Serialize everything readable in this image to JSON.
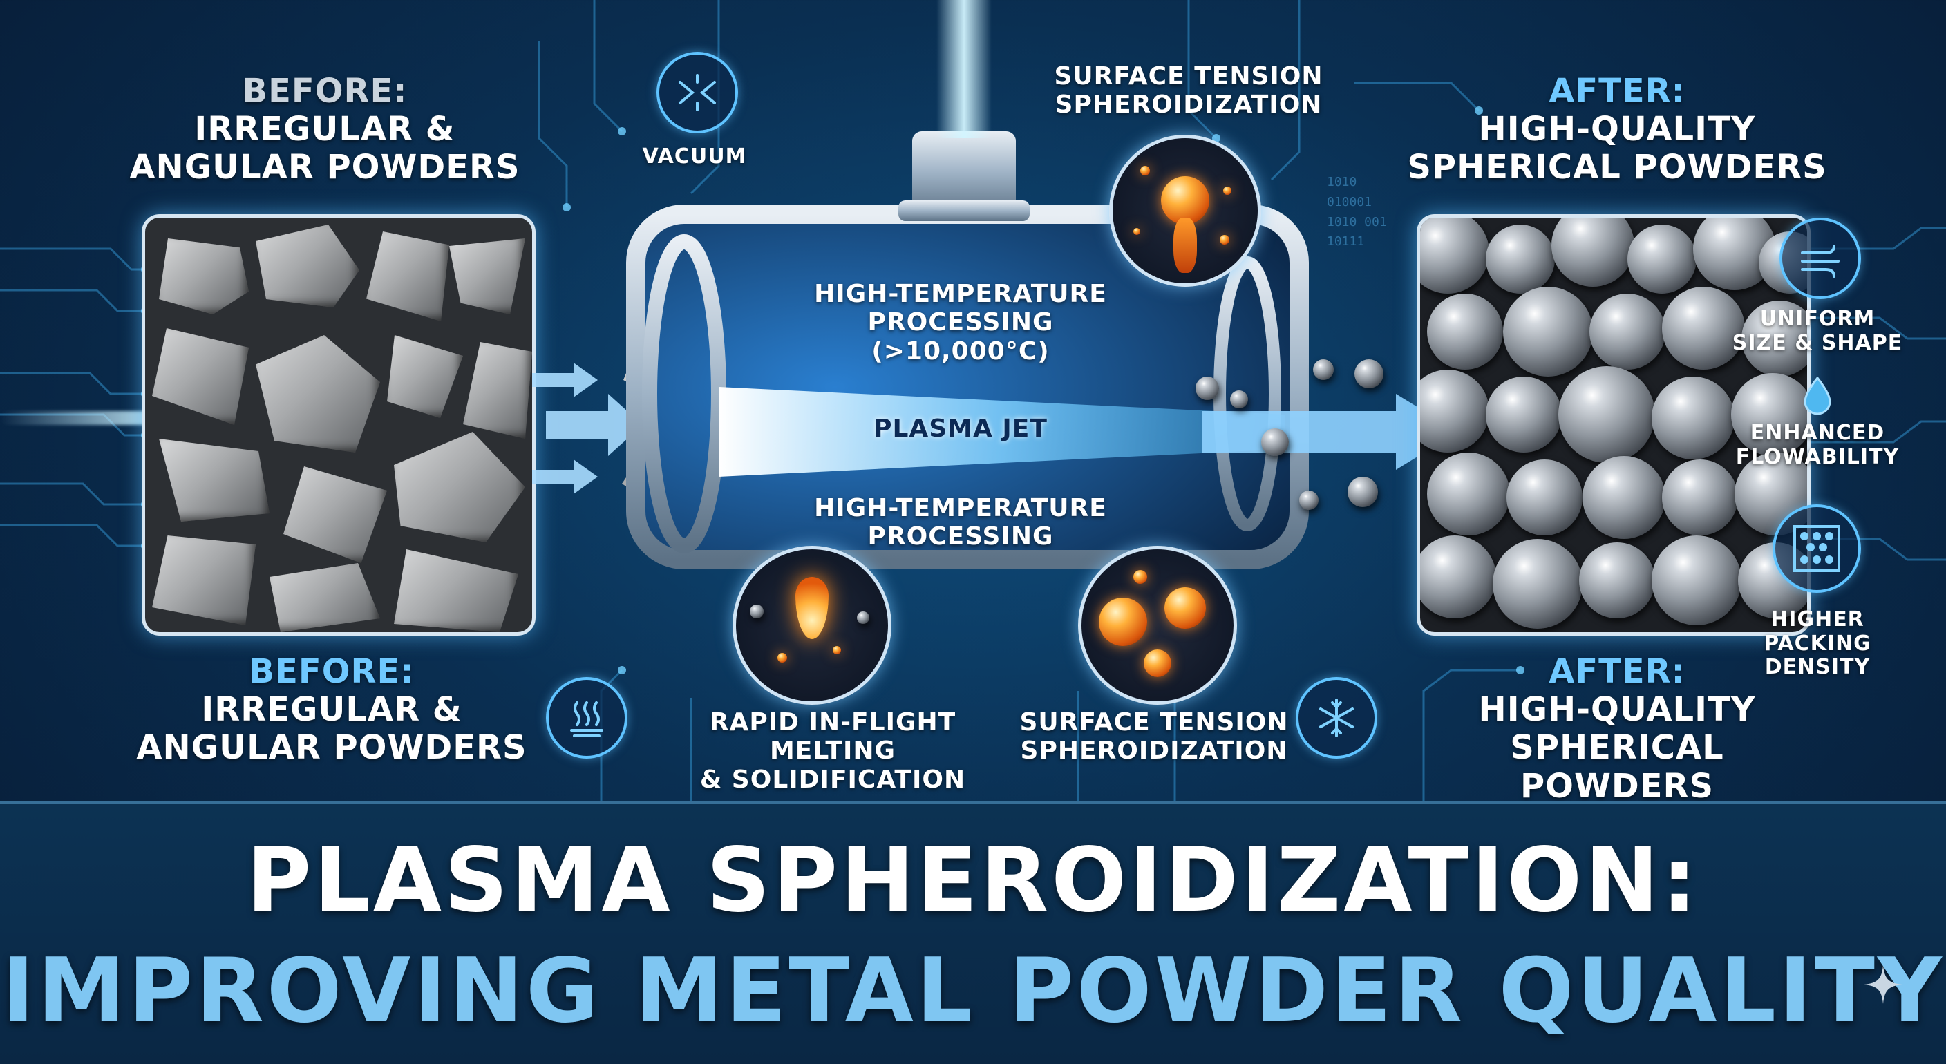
{
  "top_left": {
    "line1": "BEFORE:",
    "line2": "IRREGULAR &",
    "line3": "ANGULAR POWDERS"
  },
  "bottom_left": {
    "line1": "BEFORE:",
    "line2": "IRREGULAR &",
    "line3": "ANGULAR POWDERS"
  },
  "top_right": {
    "line1": "AFTER:",
    "line2": "HIGH-QUALITY",
    "line3": "SPHERICAL POWDERS"
  },
  "bottom_right": {
    "line1": "AFTER:",
    "line2": "HIGH-QUALITY",
    "line3": "SPHERICAL POWDERS"
  },
  "vacuum": "VACUUM",
  "surface_tension_top": {
    "line1": "SURFACE TENSION",
    "line2": "SPHEROIDIZATION"
  },
  "high_temp_top": {
    "line1": "HIGH-TEMPERATURE",
    "line2": "PROCESSING",
    "line3": "(>10,000°C)"
  },
  "plasma_jet": "PLASMA JET",
  "high_temp_bottom": {
    "line1": "HIGH-TEMPERATURE",
    "line2": "PROCESSING"
  },
  "rapid_melting": {
    "line1": "RAPID IN-FLIGHT MELTING",
    "line2": "& SOLIDIFICATION"
  },
  "surface_tension_bottom": {
    "line1": "SURFACE TENSION",
    "line2": "SPHEROIDIZATION"
  },
  "features": [
    {
      "line1": "UNIFORM",
      "line2": "SIZE & SHAPE",
      "icon": "flow-lines-icon"
    },
    {
      "line1": "ENHANCED",
      "line2": "FLOWABILITY",
      "icon": "droplet-icon"
    },
    {
      "line1": "HIGHER",
      "line2": "PACKING",
      "line3": "DENSITY",
      "icon": "packing-grid-icon"
    }
  ],
  "title": {
    "line1": "PLASMA SPHEROIDIZATION:",
    "line2": "IMPROVING METAL POWDER QUALITY"
  },
  "binary_text": "1010 010001 1010 001 10111",
  "colors": {
    "accent": "#6fc8ff",
    "background": "#0a2f52",
    "plasma": "#bfe8ff",
    "molten": "#ff9a2a"
  }
}
